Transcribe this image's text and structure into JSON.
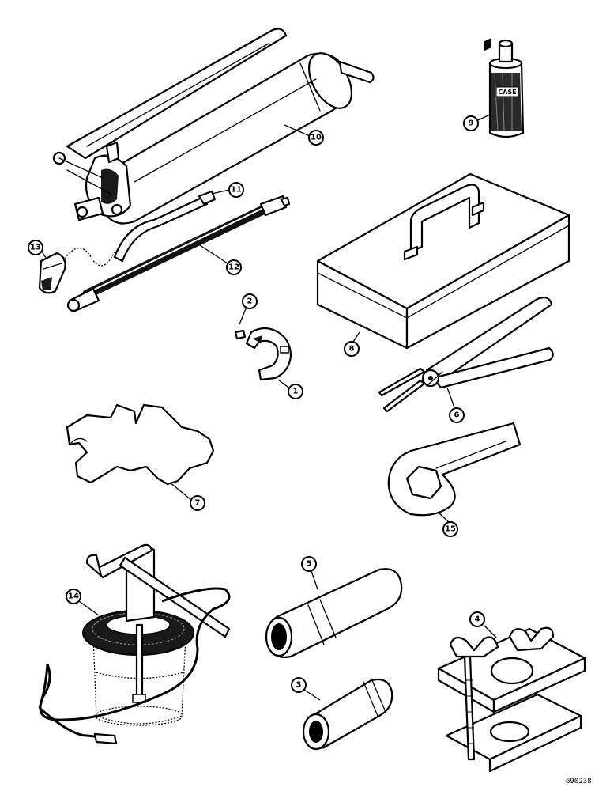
{
  "figure_ref": "690238",
  "can_label": "CASE",
  "callouts": {
    "c1": "1",
    "c2": "2",
    "c3": "3",
    "c4": "4",
    "c5": "5",
    "c6": "6",
    "c7": "7",
    "c8": "8",
    "c9": "9",
    "c10": "10",
    "c11": "11",
    "c12": "12",
    "c13": "13",
    "c14": "14",
    "c15": "15"
  }
}
